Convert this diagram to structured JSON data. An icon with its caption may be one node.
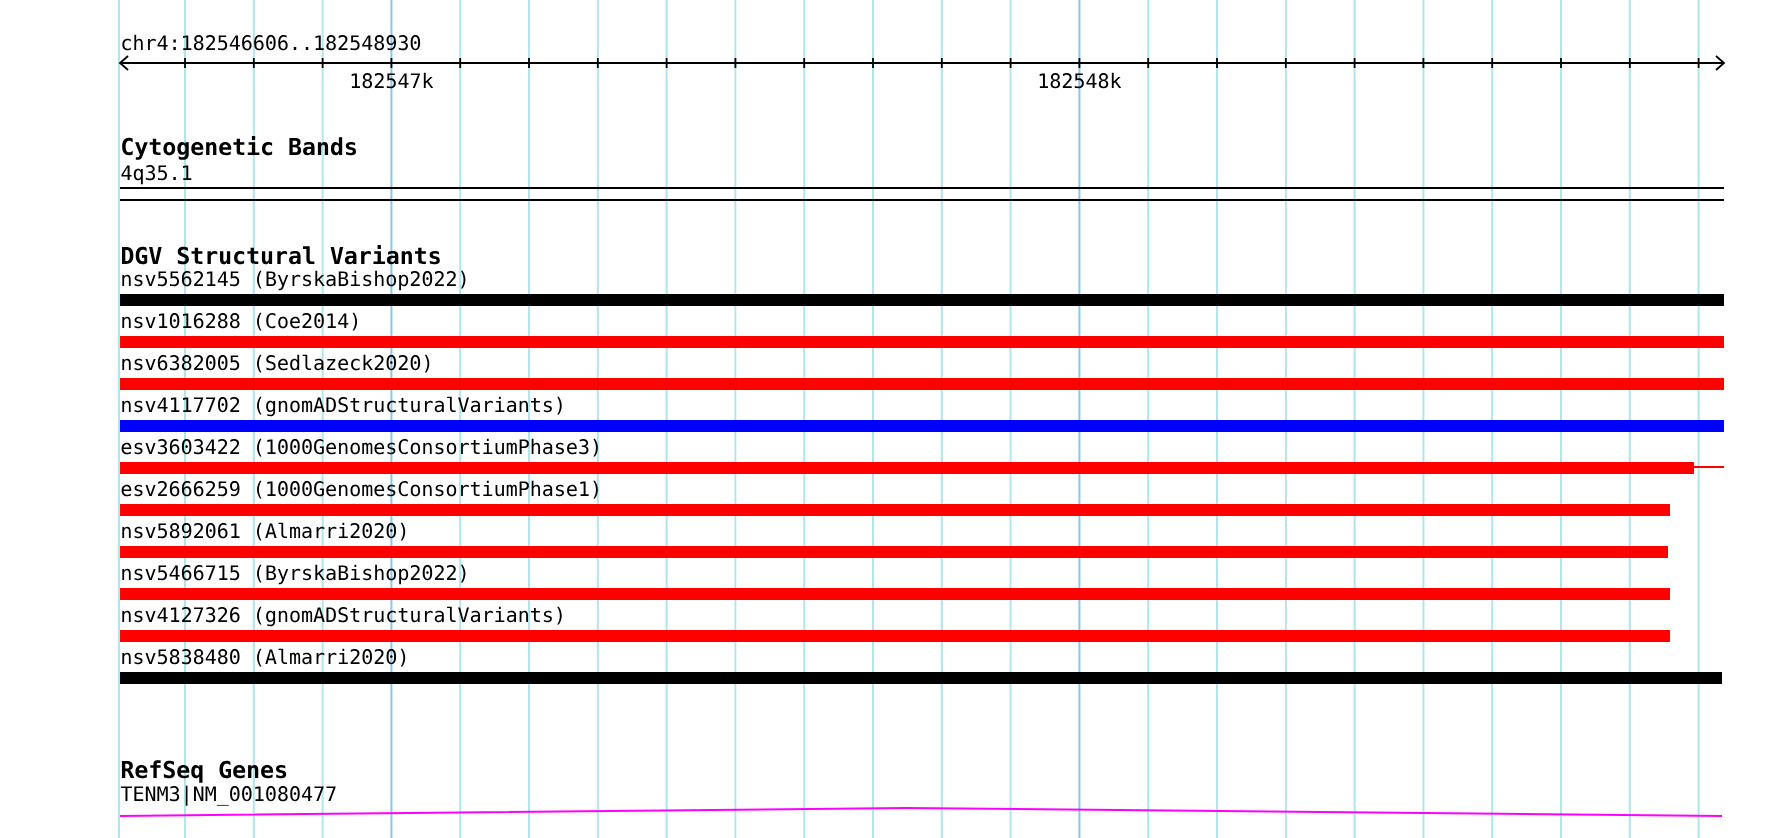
{
  "diagram": {
    "nodes": [
      {
        "text": [
          "4q35.1"
        ]
      },
      {
        "text": [
          "nsv5562145 (ByrskaBishop2022)"
        ]
      },
      {
        "text": [
          "nsv1016288 (Coe2014)"
        ]
      },
      {
        "text": [
          "nsv6382005 (Sedlazeck2020)"
        ]
      },
      {
        "text": [
          "nsv4117702 (gnomADStructuralVariants)"
        ]
      },
      {
        "text": [
          "esv3603422 (1000GenomesConsortiumPhase3)"
        ]
      },
      {
        "text": [
          "esv2666259 (1000GenomesConsortiumPhase1)"
        ]
      },
      {
        "text": [
          "nsv5892061 (Almarri2020)"
        ]
      },
      {
        "text": [
          "nsv5466715 (ByrskaBishop2022)"
        ]
      },
      {
        "text": [
          "nsv4127326 (gnomADStructuralVariants)"
        ]
      },
      {
        "text": [
          "nsv5838480 (Almarri2020)"
        ]
      },
      {
        "text": [
          "TENM3|NM_001080477"
        ]
      }
    ],
    "labels": [
      "chr4:182546606..182548930",
      "182547k",
      "182548k",
      "Cytogenetic Bands",
      "DGV Structural Variants",
      "RefSeq Genes"
    ]
  }
}
